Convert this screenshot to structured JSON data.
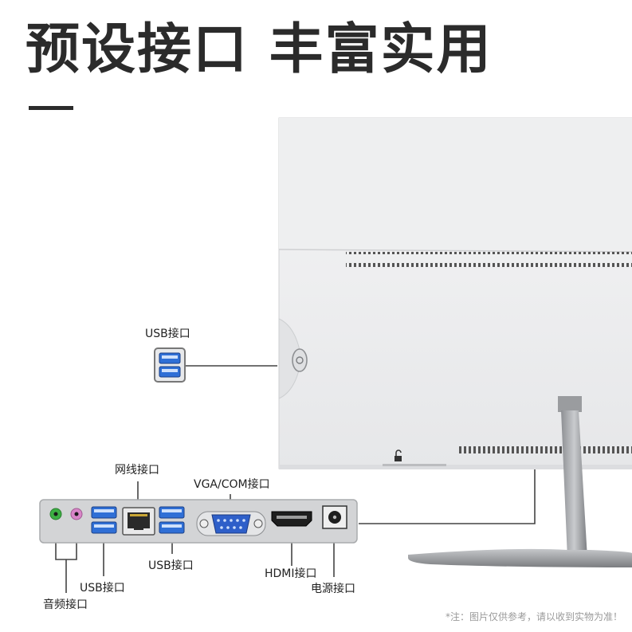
{
  "header": {
    "title": "预设接口  丰富实用"
  },
  "callouts": {
    "side_usb": "USB接口",
    "lan": "网线接口",
    "vga_com": "VGA/COM接口",
    "usb_bottom_left": "USB接口",
    "usb_bottom_right": "USB接口",
    "hdmi": "HDMI接口",
    "power": "电源接口",
    "audio": "音频接口"
  },
  "footnote": "*注：图片仅供参考，请以收到实物为准！",
  "colors": {
    "usb_port": "#2f6fd6",
    "audio_green": "#3cb043",
    "audio_pink": "#d985c8",
    "vga_blue": "#2e5fc9"
  }
}
